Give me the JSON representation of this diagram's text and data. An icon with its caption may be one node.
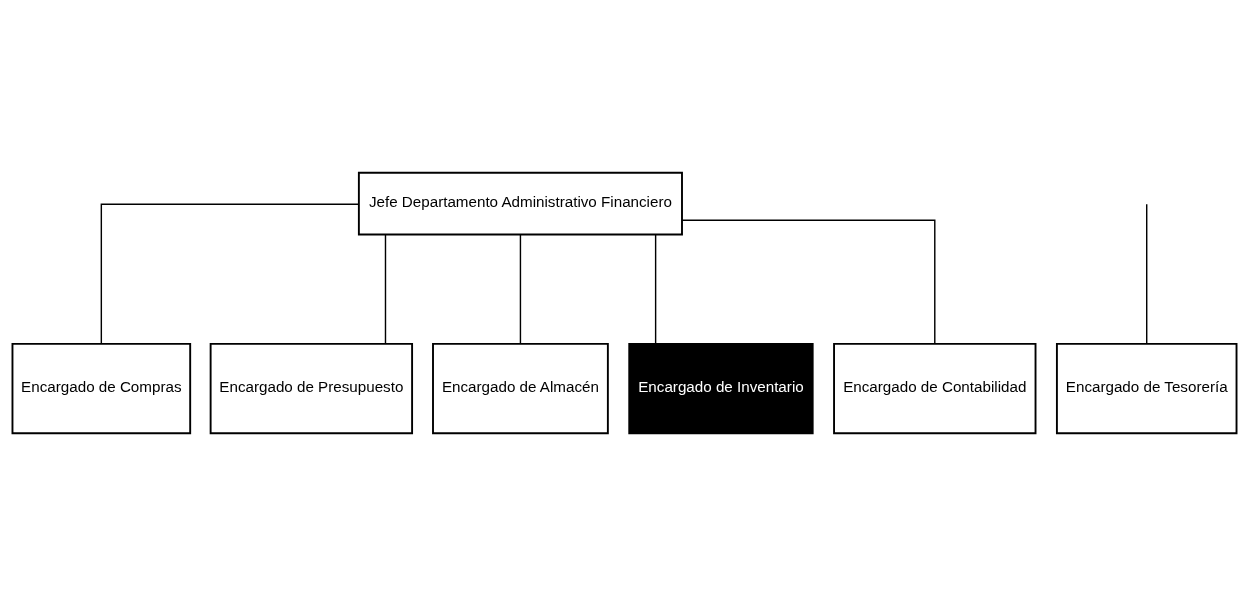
{
  "diagram": {
    "nodes": [
      {
        "text": [
          "Jefe Departamento Administrativo Financiero"
        ]
      },
      {
        "text": [
          "Encargado de Compras"
        ]
      },
      {
        "text": [
          "Encargado de Presupuesto"
        ]
      },
      {
        "text": [
          "Encargado de Almacén"
        ]
      },
      {
        "text": [
          "Encargado de Inventario"
        ]
      },
      {
        "text": [
          "Encargado de Contabilidad"
        ]
      },
      {
        "text": [
          "Encargado de Tesorería"
        ]
      }
    ],
    "edges": [
      {
        "from": 0,
        "to": 1,
        "arrow": "none"
      },
      {
        "from": 0,
        "to": 2,
        "arrow": "none"
      },
      {
        "from": 0,
        "to": 3,
        "arrow": "none"
      },
      {
        "from": 0,
        "to": 4,
        "arrow": "none"
      },
      {
        "from": 0,
        "to": 5,
        "arrow": "none"
      },
      {
        "from": null,
        "to": 6,
        "arrow": "none"
      }
    ]
  }
}
